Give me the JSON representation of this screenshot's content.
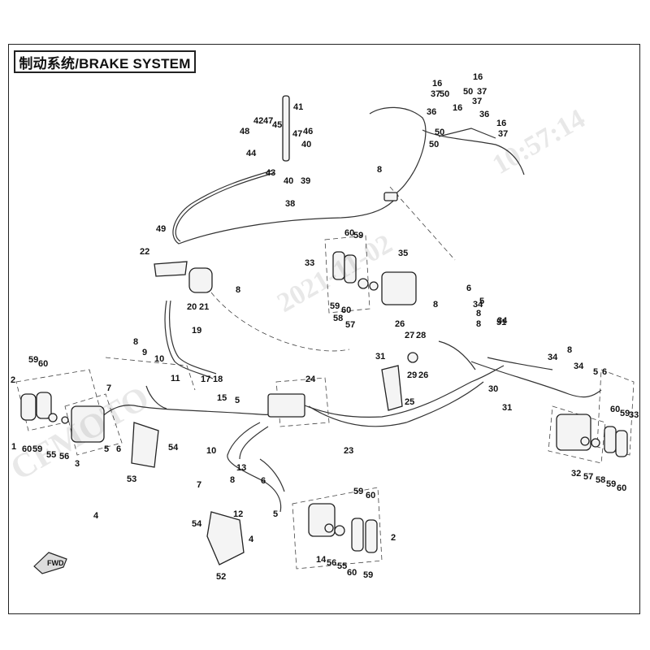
{
  "title": "制动系统/BRAKE SYSTEM",
  "fwd_label": "FWD",
  "watermarks": {
    "brand": "CFMOTO",
    "date": "2021-11-02",
    "time": "10:57:14"
  },
  "callouts": {
    "top_hose_group": [
      "16",
      "37",
      "50",
      "16",
      "50",
      "37",
      "16",
      "36",
      "37",
      "36",
      "50",
      "50",
      "16",
      "37"
    ],
    "handbrake_group": [
      "41",
      "42",
      "47",
      "45",
      "48",
      "47",
      "46",
      "40",
      "44",
      "43",
      "40",
      "39",
      "38",
      "8"
    ],
    "front_left_caliper": [
      "59",
      "60",
      "2",
      "1",
      "60",
      "59",
      "55",
      "56",
      "3",
      "5",
      "6"
    ],
    "reservoir_group": [
      "49",
      "22",
      "8",
      "20",
      "21",
      "19"
    ],
    "front_lines": [
      "8",
      "9",
      "10",
      "7",
      "11",
      "17",
      "18",
      "15",
      "5",
      "24",
      "23"
    ],
    "rear_center_caliper": [
      "60",
      "59",
      "33",
      "35",
      "59",
      "60",
      "58",
      "57",
      "31",
      "26",
      "27",
      "28",
      "29",
      "26",
      "25",
      "30"
    ],
    "right_lines": [
      "6",
      "5",
      "8",
      "34",
      "8",
      "34",
      "51",
      "8",
      "34",
      "8",
      "34",
      "5",
      "6"
    ],
    "rear_right_caliper": [
      "31",
      "60",
      "59",
      "33",
      "32",
      "57",
      "58",
      "59",
      "60"
    ],
    "lower_group": [
      "53",
      "54",
      "10",
      "13",
      "7",
      "8",
      "12",
      "6",
      "5",
      "4",
      "54",
      "52",
      "14",
      "56",
      "55",
      "60",
      "59",
      "59",
      "60",
      "2",
      "4"
    ]
  }
}
